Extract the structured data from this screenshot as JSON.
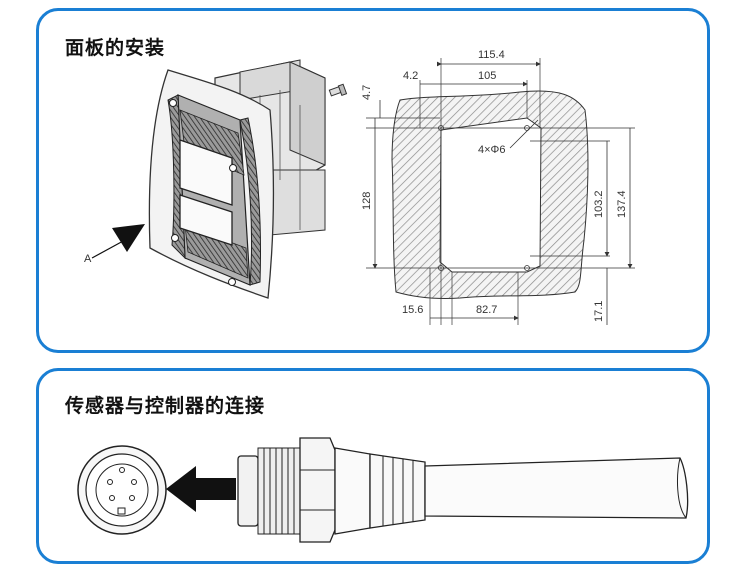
{
  "sections": {
    "panel_install": {
      "title": "面板的安装"
    },
    "connection": {
      "title": "传感器与控制器的连接"
    }
  },
  "diagram": {
    "view_label": "A",
    "dimensions": {
      "d_115_4": "115.4",
      "d_105": "105",
      "d_4_2": "4.2",
      "d_4_7": "4.7",
      "d_holes": "4×Φ6",
      "d_128": "128",
      "d_103_2": "103.2",
      "d_137_4": "137.4",
      "d_15_6": "15.6",
      "d_82_7": "82.7",
      "d_17_1": "17.1"
    }
  },
  "colors": {
    "border": "#1a7fd4",
    "hatch": "#888888"
  }
}
